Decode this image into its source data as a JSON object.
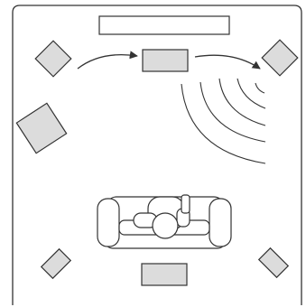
{
  "colors": {
    "stroke": "#333333",
    "fill": "#dcdcdc",
    "background": "#ffffff"
  },
  "diagram": {
    "elements": [
      "room-outline",
      "tv-screen",
      "front-left-speaker",
      "center-speaker",
      "front-right-speaker",
      "subwoofer",
      "sofa",
      "listener",
      "rear-left-speaker",
      "rear-center-speaker",
      "rear-right-speaker",
      "sound-waves"
    ],
    "arrows": [
      {
        "from": "front-left-speaker",
        "to": "center-speaker"
      },
      {
        "from": "center-speaker",
        "to": "front-right-speaker"
      }
    ]
  }
}
